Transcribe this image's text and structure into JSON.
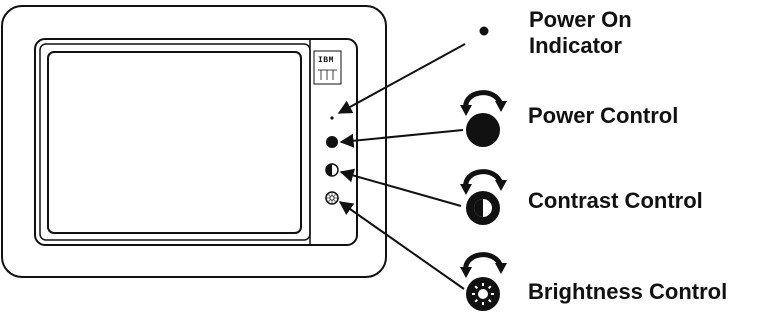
{
  "monitor": {
    "brand_text": "IBM"
  },
  "labels": {
    "power_on_indicator_line1": "Power On",
    "power_on_indicator_line2": "Indicator",
    "power_control": "Power Control",
    "contrast_control": "Contrast Control",
    "brightness_control": "Brightness Control"
  },
  "icons": {
    "power_on_indicator": "filled-dot-icon",
    "power_control": "filled-circle-knob-icon",
    "contrast_control": "half-filled-circle-knob-icon",
    "brightness_control": "sun-knob-icon",
    "rotation_arrow": "curved-double-arrow-icon"
  },
  "colors": {
    "ink": "#111111",
    "paper": "#ffffff"
  }
}
